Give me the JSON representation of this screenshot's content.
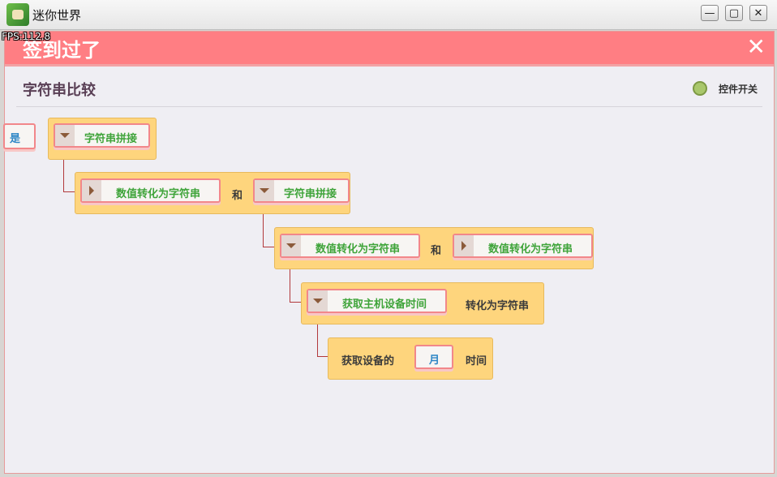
{
  "window": {
    "title": "迷你世界",
    "minimize_label": "—",
    "maximize_label": "▢",
    "close_label": "✕"
  },
  "overlay": {
    "fps": "FPS:112.8"
  },
  "header": {
    "title": "签到过了",
    "close_label": "✕"
  },
  "section": {
    "title": "字符串比较",
    "toggle_label": "控件开关"
  },
  "blocks": {
    "left_partial": "是",
    "b1": {
      "slot": "字符串拼接"
    },
    "b2": {
      "left": "数值转化为字符串",
      "and": "和",
      "right": "字符串拼接"
    },
    "b3": {
      "left": "数值转化为字符串",
      "and": "和",
      "right": "数值转化为字符串"
    },
    "b4": {
      "slot": "获取主机设备时间",
      "suffix": "转化为字符串"
    },
    "b5": {
      "prefix": "获取设备的",
      "slot": "月",
      "suffix": "时间"
    }
  },
  "colors": {
    "header": "#ff7e83",
    "block": "#fed57d",
    "slot_border": "#f2878a",
    "slot_text": "#3fa43a"
  }
}
